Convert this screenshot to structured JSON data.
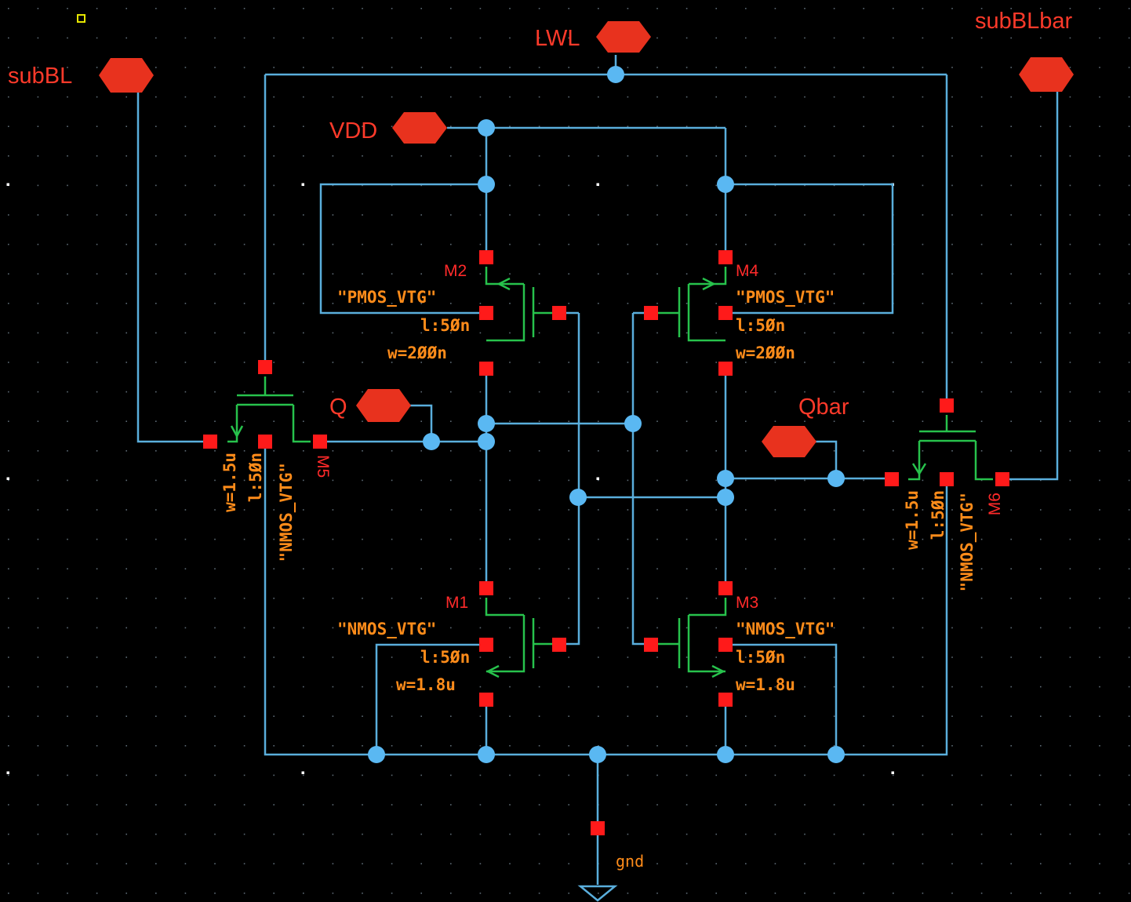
{
  "ports": {
    "subBL": "subBL",
    "LWL": "LWL",
    "subBLbar": "subBLbar",
    "VDD": "VDD",
    "Q": "Q",
    "Qbar": "Qbar"
  },
  "ground_label": "gnd",
  "devices": {
    "M1": {
      "name": "M1",
      "model": "\"NMOS_VTG\"",
      "l": "l:5Øn",
      "w": "w=1.8u"
    },
    "M2": {
      "name": "M2",
      "model": "\"PMOS_VTG\"",
      "l": "l:5Øn",
      "w": "w=2ØØn"
    },
    "M3": {
      "name": "M3",
      "model": "\"NMOS_VTG\"",
      "l": "l:5Øn",
      "w": "w=1.8u"
    },
    "M4": {
      "name": "M4",
      "model": "\"PMOS_VTG\"",
      "l": "l:5Øn",
      "w": "w=2ØØn"
    },
    "M5": {
      "name": "M5",
      "model": "\"NMOS_VTG\"",
      "l": "l:5Øn",
      "w": "w=1.5u"
    },
    "M6": {
      "name": "M6",
      "model": "\"NMOS_VTG\"",
      "l": "l:5Øn",
      "w": "w=1.5u"
    }
  },
  "colors": {
    "background": "#000000",
    "wire": "#5aaedc",
    "device": "#27c24c",
    "pin": "#ff1a1a",
    "port": "#e8321e",
    "property_text": "#ff8c1a"
  }
}
